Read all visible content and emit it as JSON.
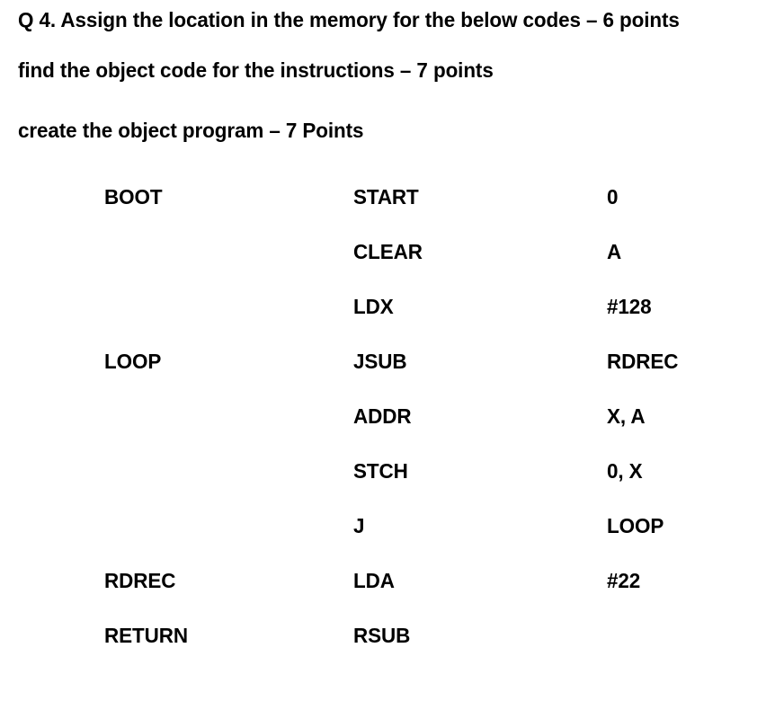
{
  "document": {
    "background_color": "#ffffff",
    "text_color": "#000000",
    "prompt_lines": [
      "Q 4. Assign the location in the memory for the below codes – 6 points",
      "find the object code for the instructions – 7 points",
      "create the object program – 7 Points"
    ],
    "code_listing": {
      "columns": [
        "label",
        "mnemonic",
        "operand"
      ],
      "rows": [
        {
          "label": "BOOT",
          "mnemonic": "START",
          "operand": "0"
        },
        {
          "label": "",
          "mnemonic": "CLEAR",
          "operand": "A"
        },
        {
          "label": "",
          "mnemonic": "LDX",
          "operand": "#128"
        },
        {
          "label": "LOOP",
          "mnemonic": "JSUB",
          "operand": "RDREC"
        },
        {
          "label": "",
          "mnemonic": "ADDR",
          "operand": "X, A"
        },
        {
          "label": "",
          "mnemonic": "STCH",
          "operand": "0, X"
        },
        {
          "label": "",
          "mnemonic": "J",
          "operand": "LOOP"
        },
        {
          "label": "RDREC",
          "mnemonic": "LDA",
          "operand": "#22"
        },
        {
          "label": "RETURN",
          "mnemonic": "RSUB",
          "operand": ""
        }
      ]
    }
  }
}
